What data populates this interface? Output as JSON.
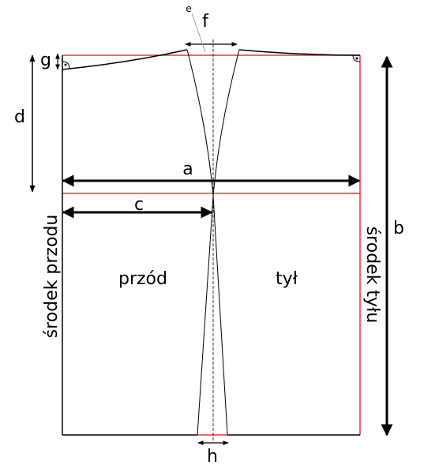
{
  "diagram": {
    "labels": {
      "a": "a",
      "b": "b",
      "c": "c",
      "d": "d",
      "e": "e",
      "f": "f",
      "g": "g",
      "h": "h",
      "front": "przód",
      "back": "tył",
      "center_front": "środek przodu",
      "center_back": "środek tyłu"
    },
    "colors": {
      "outline": "#000000",
      "guide": "#ee3333",
      "background": "#ffffff"
    }
  }
}
